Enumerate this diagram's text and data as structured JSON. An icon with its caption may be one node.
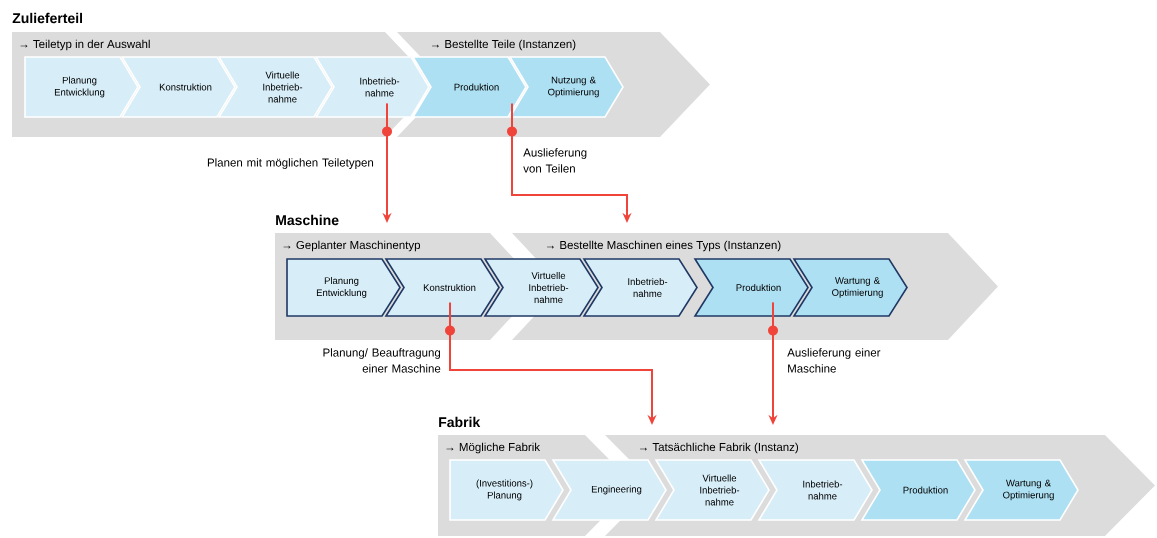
{
  "diagram": {
    "nodes": [
      {
        "text": [
          "→ Teiletyp in der Auswahl"
        ]
      },
      {
        "text": [
          "→ Bestellte Teile (Instanzen)"
        ]
      },
      {
        "text": [
          "Planung Entwicklung"
        ],
        "in": 0
      },
      {
        "text": [
          "Konstruktion"
        ],
        "in": 0
      },
      {
        "text": [
          "Virtuelle Inbetrieb- nahme"
        ],
        "in": 0
      },
      {
        "text": [
          "Inbetrieb- nahme"
        ],
        "in": 0
      },
      {
        "text": [
          "Produktion"
        ],
        "in": 1
      },
      {
        "text": [
          "Nutzung & Optimierung"
        ],
        "in": 1
      },
      {
        "text": [
          "→ Geplanter Maschinentyp"
        ]
      },
      {
        "text": [
          "→ Bestellte Maschinen eines Typs (Instanzen)"
        ]
      },
      {
        "text": [
          "Planung Entwicklung"
        ],
        "in": 8
      },
      {
        "text": [
          "Konstruktion"
        ],
        "in": 8
      },
      {
        "text": [
          "Virtuelle Inbetrieb- nahme"
        ]
      },
      {
        "text": [
          "Inbetrieb- nahme"
        ],
        "in": 9
      },
      {
        "text": [
          "Produktion"
        ],
        "in": 9
      },
      {
        "text": [
          "Wartung & Optimierung"
        ],
        "in": 9
      },
      {
        "text": [
          "→ Mögliche Fabrik"
        ]
      },
      {
        "text": [
          "→ Tatsächliche Fabrik (Instanz)"
        ]
      },
      {
        "text": [
          "(Investitions-) Planung"
        ],
        "in": 16
      },
      {
        "text": [
          "Engineering"
        ]
      },
      {
        "text": [
          "Virtuelle Inbetrieb- nahme"
        ],
        "in": 17
      },
      {
        "text": [
          "Inbetrieb- nahme"
        ],
        "in": 17
      },
      {
        "text": [
          "Produktion"
        ],
        "in": 17
      },
      {
        "text": [
          "Wartung & Optimierung"
        ],
        "in": 17
      }
    ],
    "edges": [
      {
        "from": 5,
        "to": 8,
        "arrow": "to",
        "label": "Planen mit möglichen Teiletypen"
      },
      {
        "from": 6,
        "to": 9,
        "arrow": "to",
        "label": "Auslieferung von Teilen"
      },
      {
        "from": 11,
        "to": 17,
        "arrow": "to",
        "label": "Planung/ Beauftragung einer Maschine"
      },
      {
        "from": 14,
        "to": 17,
        "arrow": "to",
        "label": "Auslieferung einer Maschine"
      }
    ],
    "labels": [
      "Zulieferteil",
      "Maschine",
      "Fabrik"
    ]
  }
}
